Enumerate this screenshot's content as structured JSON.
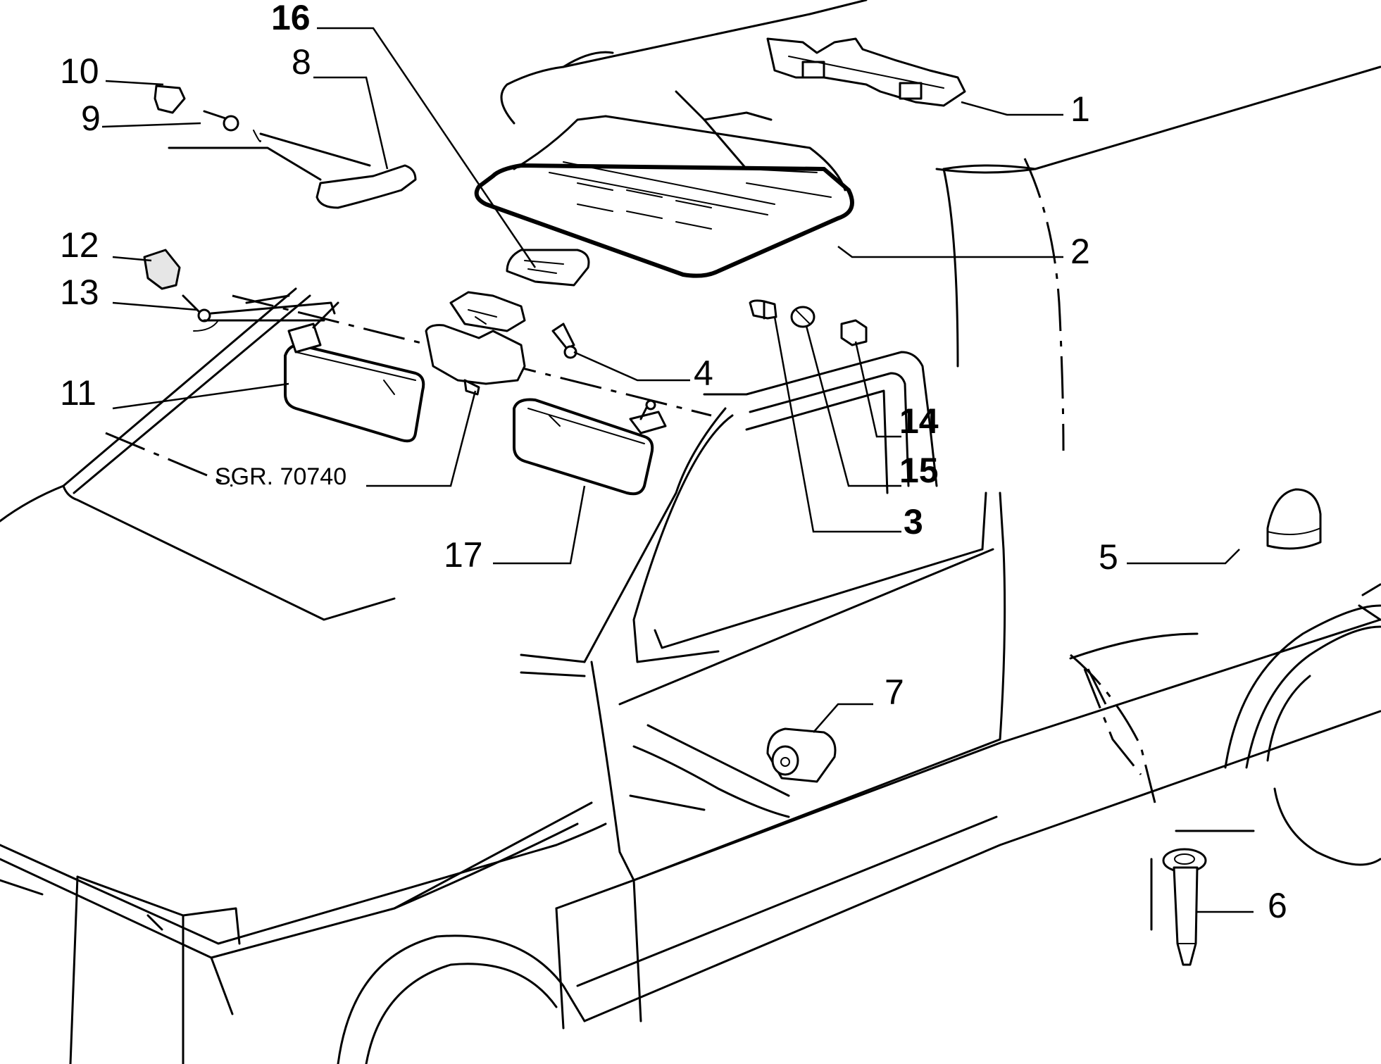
{
  "callouts": {
    "c1": "1",
    "c2": "2",
    "c3": "3",
    "c4": "4",
    "c5": "5",
    "c6": "6",
    "c7": "7",
    "c8": "8",
    "c9": "9",
    "c10": "10",
    "c11": "11",
    "c12": "12",
    "c13": "13",
    "c14": "14",
    "c15": "15",
    "c16": "16",
    "c17": "17"
  },
  "reference": "SGR. 70740"
}
